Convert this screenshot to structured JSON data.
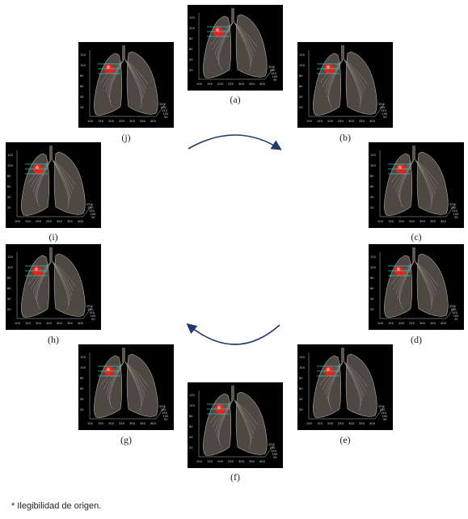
{
  "figure": {
    "panels": [
      {
        "label": "(a)"
      },
      {
        "label": "(b)"
      },
      {
        "label": "(c)"
      },
      {
        "label": "(d)"
      },
      {
        "label": "(e)"
      },
      {
        "label": "(f)"
      },
      {
        "label": "(g)"
      },
      {
        "label": "(h)"
      },
      {
        "label": "(i)"
      },
      {
        "label": "(j)"
      }
    ],
    "axis_ticks": {
      "y": [
        "120",
        "100",
        "80",
        "60",
        "40",
        "20"
      ],
      "x": [
        "100",
        "150",
        "200",
        "250",
        "300",
        "350",
        "400"
      ],
      "z": [
        "250",
        "200",
        "150",
        "100",
        "50"
      ]
    },
    "colors": {
      "background": "#000000",
      "lung": "#8c8478",
      "tumor": "#e8231c",
      "marker_lines": "#29c7c0",
      "arrow": "#213a6b"
    },
    "rotation_arrows": [
      "clockwise-upper-arrow",
      "clockwise-lower-arrow"
    ]
  },
  "footnote": "* Ilegibilidad de origen."
}
